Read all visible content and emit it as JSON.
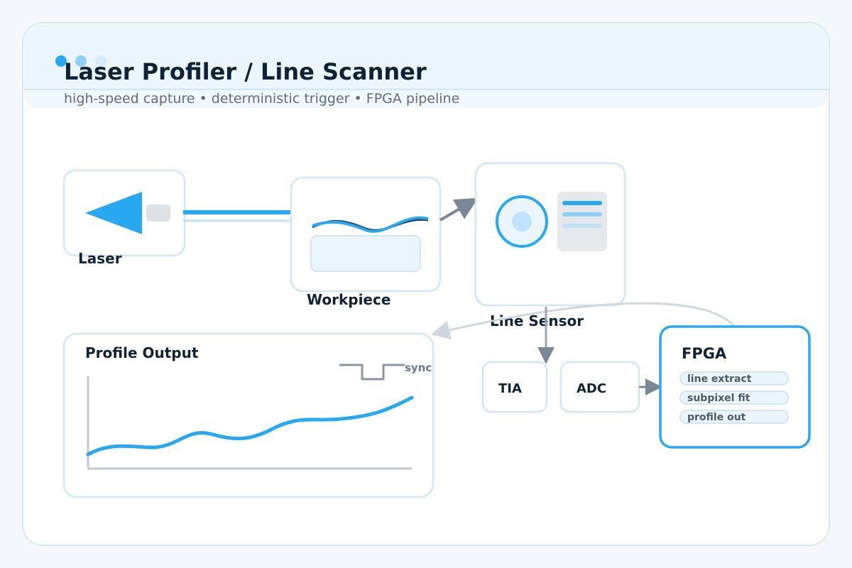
{
  "header": {
    "title": "Laser Profiler / Line Scanner",
    "subtitle": "high-speed capture • deterministic trigger • FPGA pipeline"
  },
  "nodes": {
    "laser": "Laser",
    "workpiece": "Workpiece",
    "sensor": "Line Sensor",
    "tia": "TIA",
    "adc": "ADC",
    "fpga": {
      "title": "FPGA",
      "tags": [
        "line extract",
        "subpixel fit",
        "profile out"
      ]
    },
    "output": {
      "title": "Profile Output",
      "sync_label": "sync"
    }
  },
  "colors": {
    "accent": "#27a8f0",
    "accent_light": "#bfe3fa",
    "panel_border": "#cfe6f8",
    "text_dark": "#0f2336",
    "text_muted": "#5b6e80",
    "arrow": "#7a8794"
  }
}
